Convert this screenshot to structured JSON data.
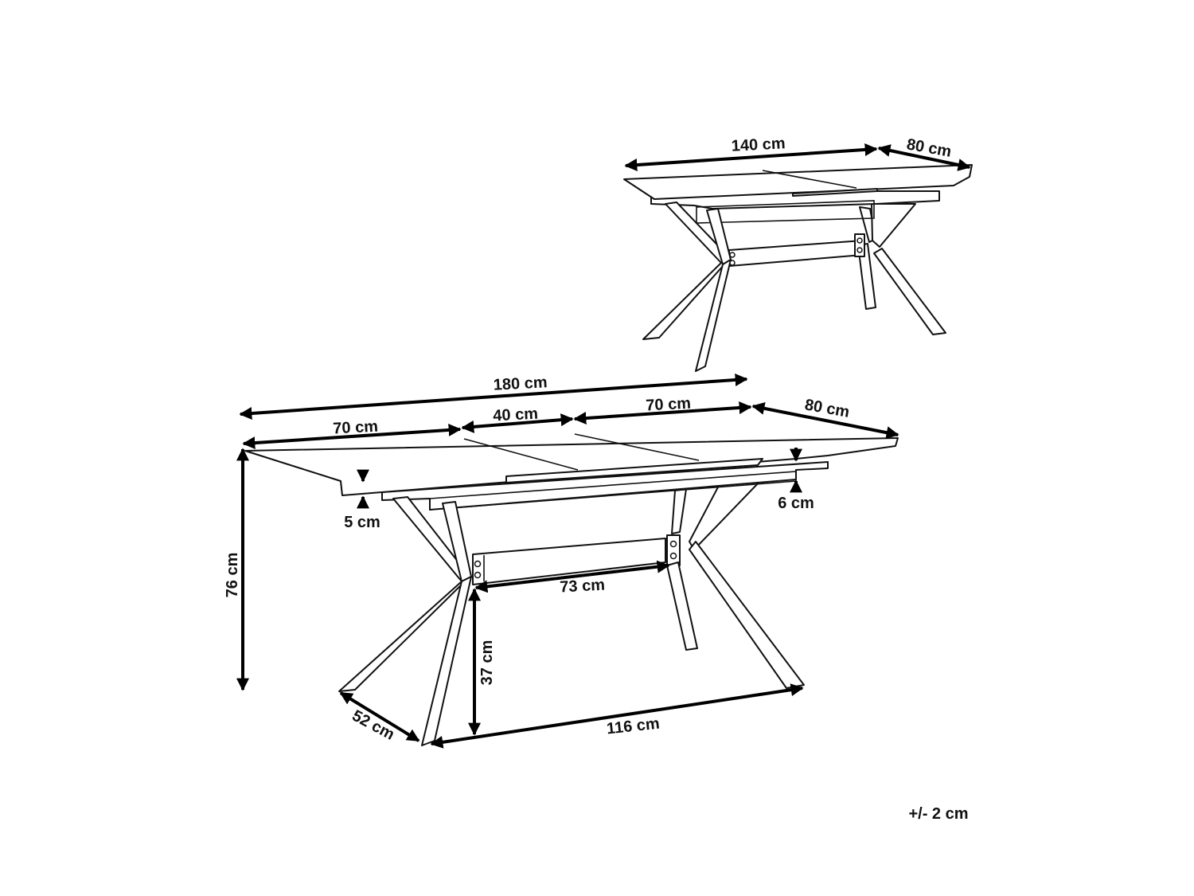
{
  "colors": {
    "line": "#111111",
    "background": "#ffffff"
  },
  "small_table": {
    "length_label": "140 cm",
    "depth_label": "80 cm"
  },
  "large_table": {
    "total_length_label": "180 cm",
    "left_section_label": "70 cm",
    "middle_section_label": "40 cm",
    "right_section_label": "70 cm",
    "depth_label": "80 cm",
    "top_thickness_label": "5 cm",
    "apron_height_label": "6 cm",
    "height_label": "76 cm",
    "stretcher_length_label": "73 cm",
    "stretcher_height_label": "37 cm",
    "leg_span_label": "116 cm",
    "leg_depth_label": "52 cm"
  },
  "tolerance_label": "+/- 2 cm"
}
